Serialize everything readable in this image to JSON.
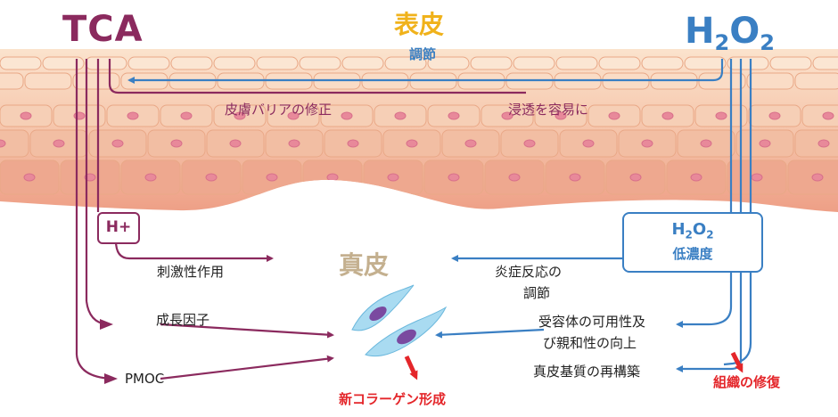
{
  "labels": {
    "tca": "TCA",
    "h2o2": {
      "base1": "H",
      "sub1": "2",
      "base2": "O",
      "sub2": "2"
    },
    "epidermis": "表皮",
    "epidermis_regulation": "調節",
    "barrier_fix": "皮膚バリアの修正",
    "penetration": "浸透を容易に",
    "h_plus": "H+",
    "h2o2_box": {
      "formula_base1": "H",
      "formula_sub1": "2",
      "formula_base2": "O",
      "formula_sub2": "2",
      "concentration": "低濃度"
    },
    "dermis": "真皮",
    "irritation": "刺激性作用",
    "inflammation_line1": "炎症反応の",
    "inflammation_line2": "調節",
    "growth_factor": "成長因子",
    "receptor_line1": "受容体の可用性及",
    "receptor_line2": "び親和性の向上",
    "pmoc": "PMOC",
    "matrix_rebuild": "真皮基質の再構築",
    "new_collagen": "新コラーゲン形成",
    "tissue_repair": "組織の修復"
  },
  "colors": {
    "tca": "#8b2a5e",
    "h2o2": "#3a7fc3",
    "epidermis": "#f0b21b",
    "dermis": "#c4b08f",
    "highlight": "#e4262a",
    "skin_cell": "#f3b59c",
    "fibroblast": "#9fd6ef"
  }
}
